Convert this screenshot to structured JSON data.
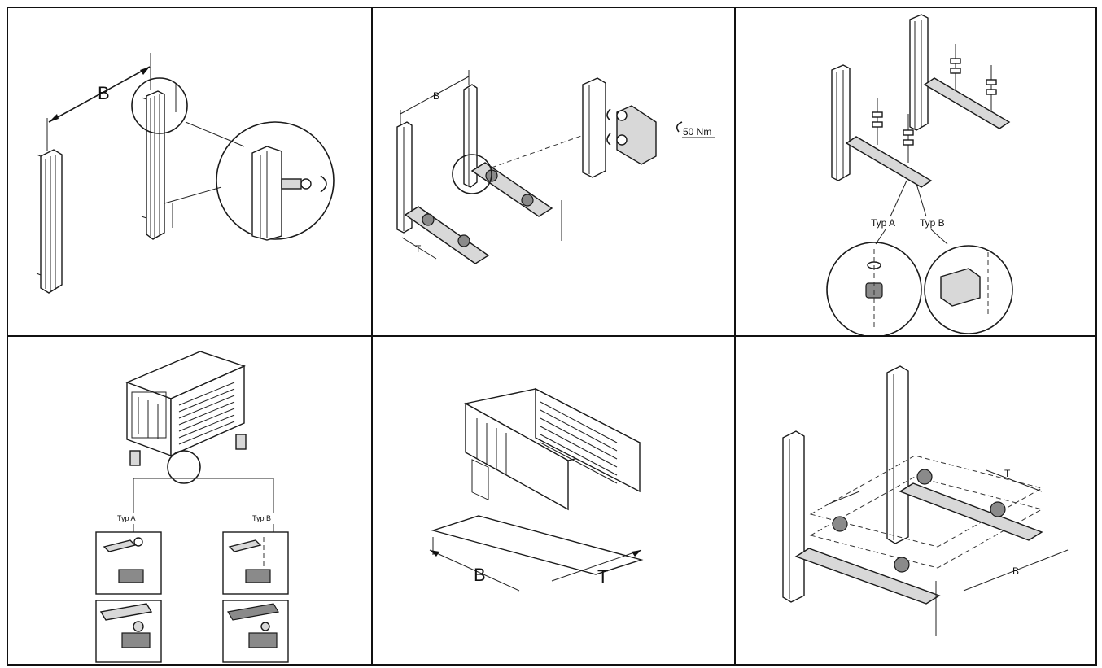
{
  "panels": {
    "p1": {
      "dim_b": "B"
    },
    "p2": {
      "dim_b": "B",
      "dim_t": "T",
      "torque": "50 Nm"
    },
    "p3": {
      "type_a": "Typ A",
      "type_b": "Typ B"
    },
    "p4": {
      "type_a": "Typ A",
      "type_b": "Typ B"
    },
    "p5": {
      "dim_b": "B",
      "dim_t": "T"
    },
    "p6": {
      "dim_b": "B",
      "dim_t": "T"
    }
  }
}
